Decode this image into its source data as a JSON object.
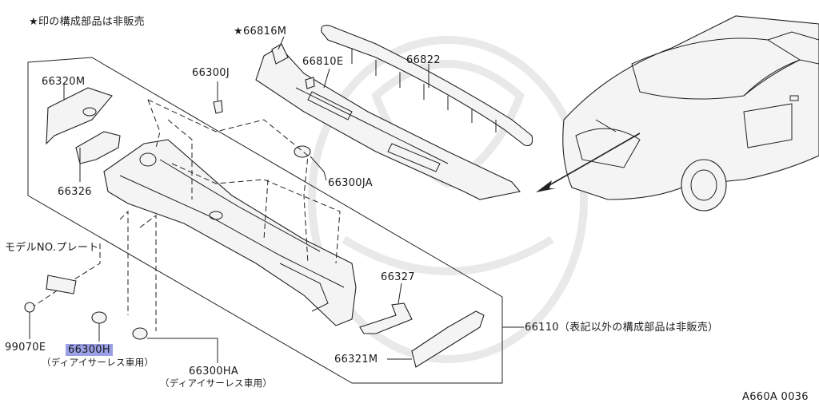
{
  "note": "★印の構成部品は非販売",
  "labels": {
    "p66816M": "★66816M",
    "p66810E": "66810E",
    "p66822": "66822",
    "p66300J": "66300J",
    "p66320M": "66320M",
    "p66326": "66326",
    "p66300JA": "66300JA",
    "model_plate": "モデルNO.プレート",
    "p66327": "66327",
    "p99070E": "99070E",
    "p66300H": "66300H",
    "p66300H_note": "（ディアイサーレス車用）",
    "p66300HA": "66300HA",
    "p66300HA_note": "（ディアイサーレス車用）",
    "p66110": "66110（表記以外の構成部品は非販売）",
    "p66321M": "66321M"
  },
  "diagram_code": "A660A 0036",
  "highlight_color": "#9aa0e6"
}
